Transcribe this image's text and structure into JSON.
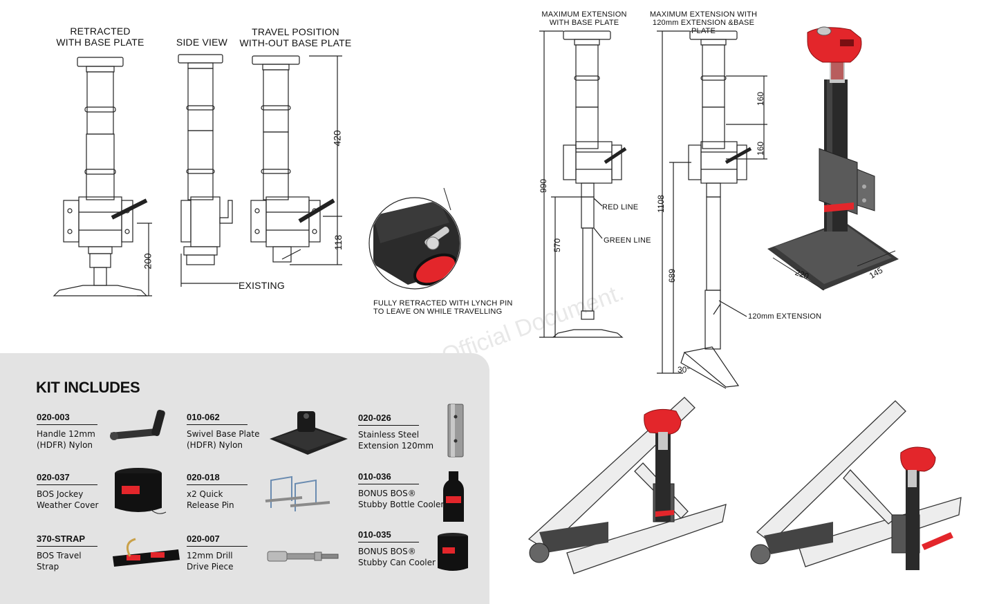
{
  "top_labels": {
    "retracted": "RETRACTED\nWITH BASE PLATE",
    "side_view": "SIDE VIEW",
    "travel": "TRAVEL POSITION\nWITH-OUT BASE PLATE",
    "max_ext": "MAXIMUM EXTENSION\nWITH BASE PLATE",
    "max_ext_120": "MAXIMUM EXTENSION WITH\n120mm EXTENSION &BASE PLATE"
  },
  "dimensions": {
    "d200": "200",
    "d420": "420",
    "d118": "118",
    "d990": "990",
    "d570": "570",
    "d1108": "1108",
    "d689": "689",
    "d160a": "160",
    "d160b": "160",
    "d30": "30°",
    "d220": "220",
    "d145": "145"
  },
  "callouts": {
    "existing": "EXISTING",
    "retracted_note": "FULLY RETRACTED WITH LYNCH PIN\nTO LEAVE ON WHILE TRAVELLING",
    "red_line": "RED LINE",
    "green_line": "GREEN LINE",
    "ext_120": "120mm EXTENSION"
  },
  "watermark": "© BOS Official Document.",
  "kit": {
    "title": "KIT INCLUDES",
    "items": [
      {
        "code": "020-003",
        "desc": "Handle 12mm\n(HDFR) Nylon"
      },
      {
        "code": "010-062",
        "desc": "Swivel Base Plate\n(HDFR) Nylon"
      },
      {
        "code": "020-026",
        "desc": "Stainless Steel\nExtension 120mm"
      },
      {
        "code": "020-037",
        "desc": "BOS Jockey\nWeather Cover"
      },
      {
        "code": "020-018",
        "desc": "x2 Quick\nRelease Pin"
      },
      {
        "code": "010-036",
        "desc": "BONUS BOS®\nStubby Bottle Cooler"
      },
      {
        "code": "370-STRAP",
        "desc": "BOS Travel\nStrap"
      },
      {
        "code": "020-007",
        "desc": "12mm Drill\nDrive Piece"
      },
      {
        "code": "010-035",
        "desc": "BONUS BOS®\nStubby Can Cooler"
      }
    ]
  },
  "colors": {
    "brand_red": "#e3262b",
    "panel_grey": "#e3e3e3",
    "jack_dark": "#2a2a2a"
  }
}
